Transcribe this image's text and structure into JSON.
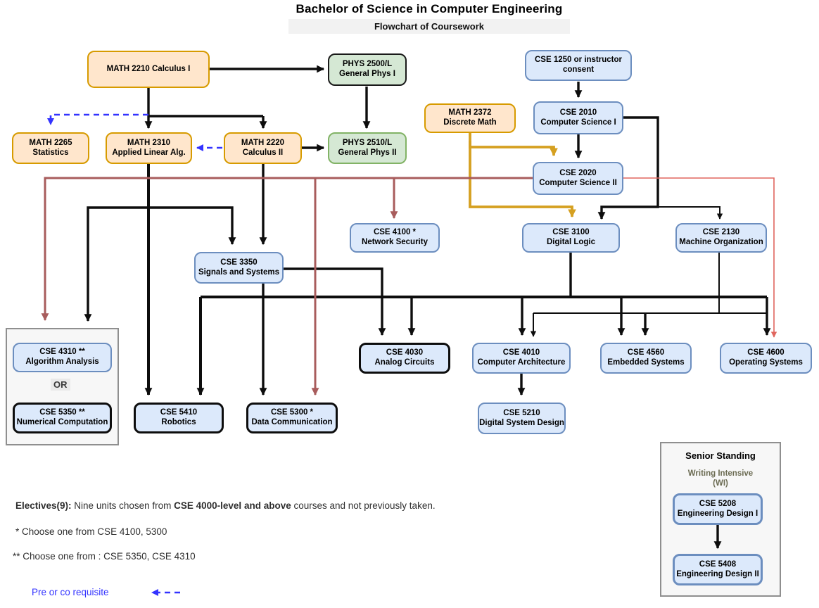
{
  "title": "Bachelor of Science in Computer Engineering",
  "subtitle": "Flowchart of Coursework",
  "colors": {
    "black": "#0d0d0d",
    "gold": "#d5a021",
    "red": "#a85c5c",
    "redlight": "#e0665e",
    "blue": "#3333ff"
  },
  "nodes": [
    {
      "id": "math2210",
      "line1": "MATH 2210 Calculus I",
      "line2": "",
      "style": "orange"
    },
    {
      "id": "phys2500",
      "line1": "PHYS 2500/L",
      "line2": "General Phys I",
      "style": "green-dark"
    },
    {
      "id": "cse1250",
      "line1": "CSE 1250 or instructor",
      "line2": "consent",
      "style": "blue"
    },
    {
      "id": "cse2010",
      "line1": "CSE 2010",
      "line2": "Computer Science I",
      "style": "blue"
    },
    {
      "id": "math2372",
      "line1": "MATH 2372",
      "line2": "Discrete Math",
      "style": "orange"
    },
    {
      "id": "math2265",
      "line1": "MATH 2265",
      "line2": "Statistics",
      "style": "orange"
    },
    {
      "id": "math2310",
      "line1": "MATH 2310",
      "line2": "Applied Linear Alg.",
      "style": "orange"
    },
    {
      "id": "math2220",
      "line1": "MATH 2220",
      "line2": "Calculus II",
      "style": "orange"
    },
    {
      "id": "phys2510",
      "line1": "PHYS 2510/L",
      "line2": "General Phys II",
      "style": "green"
    },
    {
      "id": "cse2020",
      "line1": "CSE 2020",
      "line2": "Computer Science II",
      "style": "blue"
    },
    {
      "id": "cse4100",
      "line1": "CSE 4100 *",
      "line2": "Network Security",
      "style": "blue"
    },
    {
      "id": "cse3100",
      "line1": "CSE 3100",
      "line2": "Digital Logic",
      "style": "blue"
    },
    {
      "id": "cse2130",
      "line1": "CSE 2130",
      "line2": "Machine Organization",
      "style": "blue"
    },
    {
      "id": "cse3350",
      "line1": "CSE 3350",
      "line2": "Signals and Systems",
      "style": "blue"
    },
    {
      "id": "cse4310",
      "line1": "CSE 4310 **",
      "line2": "Algorithm Analysis",
      "style": "blue"
    },
    {
      "id": "cse5350",
      "line1": "CSE 5350 **",
      "line2": "Numerical Computation",
      "style": "blue-black"
    },
    {
      "id": "cse5410",
      "line1": "CSE 5410",
      "line2": "Robotics",
      "style": "blue-black"
    },
    {
      "id": "cse5300",
      "line1": "CSE 5300 *",
      "line2": "Data Communication",
      "style": "blue-black"
    },
    {
      "id": "cse4030",
      "line1": "CSE 4030",
      "line2": "Analog Circuits",
      "style": "blue-black"
    },
    {
      "id": "cse4010",
      "line1": "CSE 4010",
      "line2": "Computer Architecture",
      "style": "blue"
    },
    {
      "id": "cse4560",
      "line1": "CSE 4560",
      "line2": "Embedded Systems",
      "style": "blue"
    },
    {
      "id": "cse4600",
      "line1": "CSE 4600",
      "line2": "Operating Systems",
      "style": "blue"
    },
    {
      "id": "cse5210",
      "line1": "CSE 5210",
      "line2": "Digital System Design",
      "style": "blue"
    },
    {
      "id": "cse5208",
      "line1": "CSE 5208",
      "line2": "Engineering Design I",
      "style": "blue-strong"
    },
    {
      "id": "cse5408",
      "line1": "CSE 5408",
      "line2": "Engineering Design II",
      "style": "blue-strong"
    }
  ],
  "or_label": "OR",
  "senior_box": {
    "heading": "Senior Standing",
    "sub1": "Writing Intensive",
    "sub2": "(WI)"
  },
  "notes": {
    "electives_prefix": "Electives(9):",
    "electives_mid": "  Nine units chosen from ",
    "electives_bold": "CSE 4000-level and above",
    "electives_suffix": " courses and not previously taken.",
    "note1": "*  Choose one from  CSE 4100, 5300",
    "note2": "** Choose one from : CSE 5350, CSE 4310"
  },
  "legend": {
    "label": "Pre or co requisite"
  }
}
